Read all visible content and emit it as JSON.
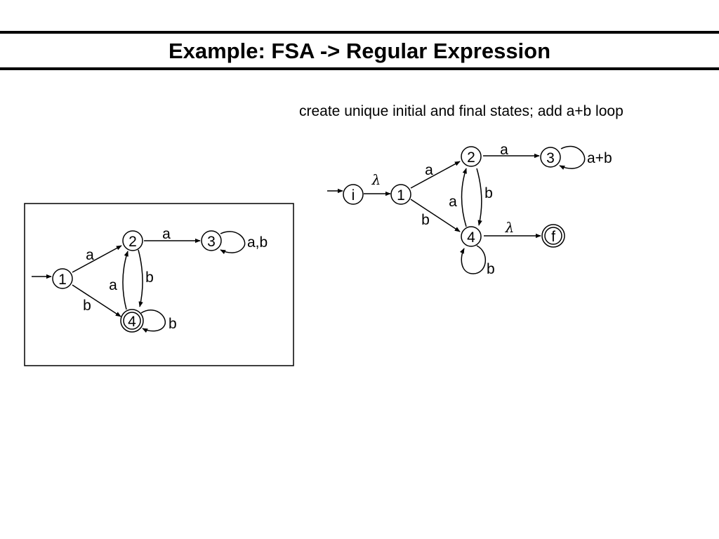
{
  "title": "Example: FSA -> Regular Expression",
  "caption": "create unique initial and final states; add a+b loop",
  "left_diagram": {
    "states": {
      "s1": "1",
      "s2": "2",
      "s3": "3",
      "s4": "4"
    },
    "initial_state": "1",
    "final_states": [
      "4"
    ],
    "transitions": [
      {
        "from": "1",
        "to": "2",
        "label": "a"
      },
      {
        "from": "1",
        "to": "4",
        "label": "b"
      },
      {
        "from": "2",
        "to": "3",
        "label": "a"
      },
      {
        "from": "2",
        "to": "4",
        "label": "b"
      },
      {
        "from": "4",
        "to": "2",
        "label": "a"
      },
      {
        "from": "3",
        "to": "3",
        "label": "a,b"
      },
      {
        "from": "4",
        "to": "4",
        "label": "b"
      }
    ]
  },
  "right_diagram": {
    "states": {
      "si": "i",
      "s1": "1",
      "s2": "2",
      "s3": "3",
      "s4": "4",
      "sf": "f"
    },
    "initial_state": "i",
    "final_states": [
      "f"
    ],
    "transitions": [
      {
        "from": "i",
        "to": "1",
        "label": "λ"
      },
      {
        "from": "1",
        "to": "2",
        "label": "a"
      },
      {
        "from": "1",
        "to": "4",
        "label": "b"
      },
      {
        "from": "2",
        "to": "3",
        "label": "a"
      },
      {
        "from": "2",
        "to": "4",
        "label": "b"
      },
      {
        "from": "4",
        "to": "2",
        "label": "a"
      },
      {
        "from": "3",
        "to": "3",
        "label": "a+b"
      },
      {
        "from": "4",
        "to": "4",
        "label": "b"
      },
      {
        "from": "4",
        "to": "f",
        "label": "λ"
      }
    ]
  }
}
